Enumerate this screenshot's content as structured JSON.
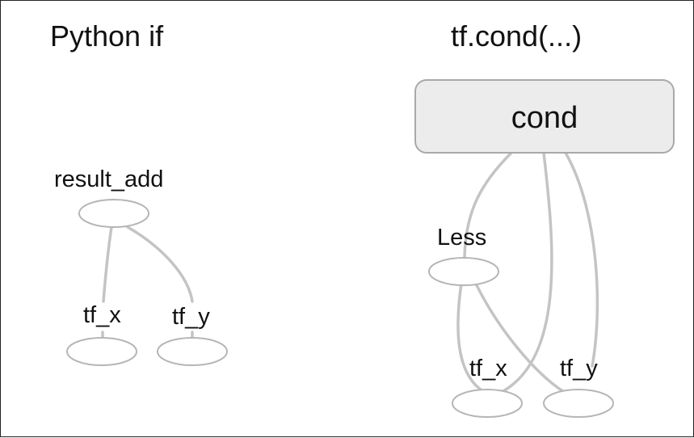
{
  "left_panel": {
    "title": "Python if",
    "nodes": {
      "result_add": "result_add",
      "tf_x": "tf_x",
      "tf_y": "tf_y"
    }
  },
  "right_panel": {
    "title": "tf.cond(...)",
    "nodes": {
      "cond": "cond",
      "less": "Less",
      "tf_x": "tf_x",
      "tf_y": "tf_y"
    }
  }
}
